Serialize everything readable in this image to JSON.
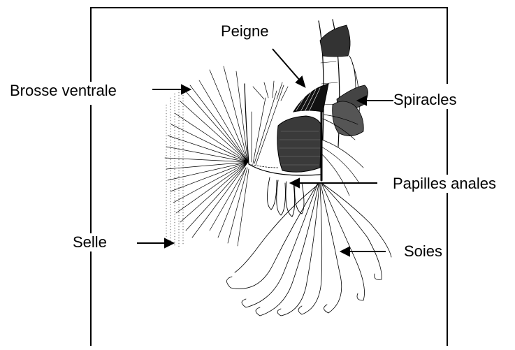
{
  "labels": {
    "peigne": "Peigne",
    "brosse_ventrale": "Brosse ventrale",
    "spiracles": "Spiracles",
    "papilles_anales": "Papilles anales",
    "selle": "Selle",
    "soies": "Soies"
  },
  "colors": {
    "ink": "#000000",
    "background": "#ffffff"
  }
}
